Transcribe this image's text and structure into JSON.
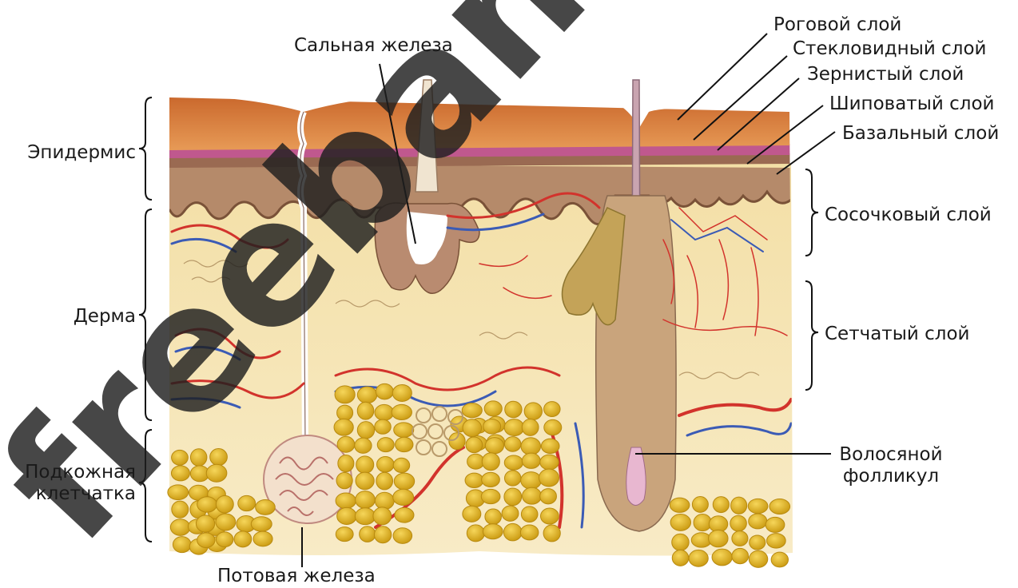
{
  "labels": {
    "sebaceous_gland": "Сальная железа",
    "epidermis": "Эпидермис",
    "dermis": "Дерма",
    "subcutaneous": "Подкожная\nклетчатка",
    "sweat_gland": "Потовая железа",
    "stratum_corneum": "Роговой слой",
    "stratum_lucidum": "Стекловидный слой",
    "stratum_granulosum": "Зернистый слой",
    "stratum_spinosum": "Шиповатый слой",
    "stratum_basale": "Базальный слой",
    "papillary_layer": "Сосочковый слой",
    "reticular_layer": "Сетчатый слой",
    "hair_follicle": "Волосяной\nфолликул"
  },
  "watermark": "freeband",
  "colors": {
    "corneum": "#d9823f",
    "lucidum": "#c0588e",
    "spinosum": "#b58a6a",
    "dermis": "#f6e3b0",
    "fat": "#e2b523",
    "artery": "#d2332c",
    "vein": "#3b5bb5",
    "label_text": "#1a1a1a",
    "leader_line": "#111111",
    "watermark": "#1e1e1e"
  }
}
